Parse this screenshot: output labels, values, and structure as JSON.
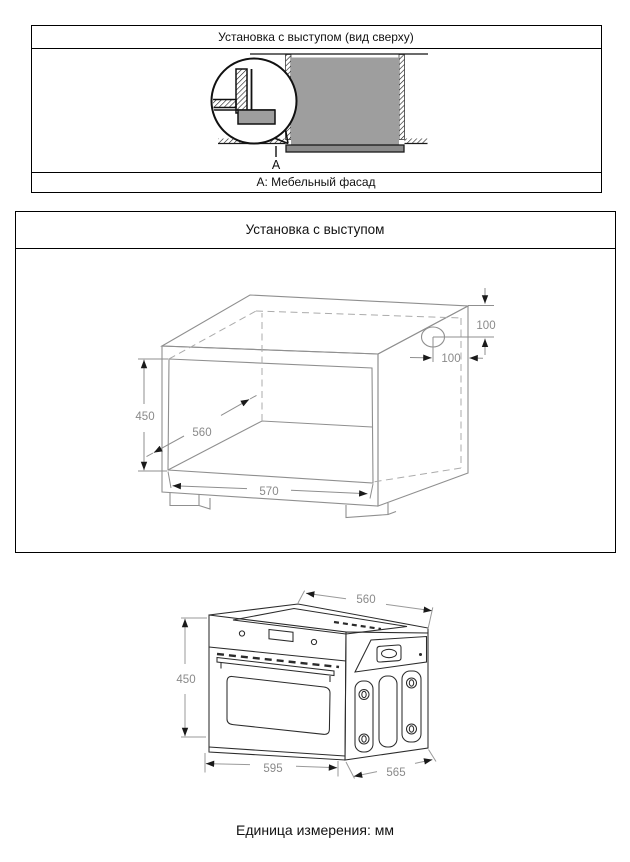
{
  "top_panel": {
    "title": "Установка с выступом (вид сверху)",
    "callout_label": "A",
    "caption": "A: Мебельный фасад"
  },
  "middle_panel": {
    "title": "Установка с выступом",
    "dim_height": "450",
    "dim_depth": "560",
    "dim_width": "570",
    "dim_hole_top_offset": "100",
    "dim_hole_side_offset": "100"
  },
  "oven_figure": {
    "dim_top_depth": "560",
    "dim_height": "450",
    "dim_width": "595",
    "dim_side_depth": "565"
  },
  "footer": {
    "unit_note": "Единица измерения: мм"
  },
  "colors": {
    "panel_border": "#000000",
    "drawing_dark_line": "#2b2b2b",
    "drawing_gray_line": "#8f8f8f",
    "dimension_text": "#8a8a8a",
    "appliance_fill": "#9e9e9e",
    "front_frame_fill": "#8b8b8b"
  }
}
